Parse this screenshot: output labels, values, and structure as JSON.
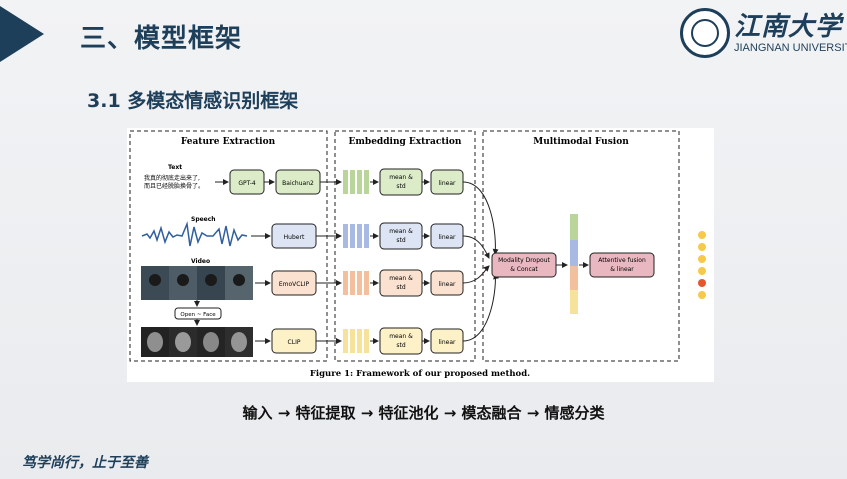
{
  "slide": {
    "title": "三、模型框架",
    "subtitle": "3.1  多模态情感识别框架",
    "university_cn": "江南大学",
    "university_en": "JIANGNAN UNIVERSITY",
    "flow_text": "输入 → 特征提取 → 特征池化 → 模态融合 → 情感分类",
    "motto": "笃学尚行，止于至善"
  },
  "figure": {
    "caption": "Figure 1: Framework of our proposed method.",
    "sections": {
      "feature": "Feature Extraction",
      "embedding": "Embedding Extraction",
      "fusion": "Multimodal Fusion"
    },
    "inputs": {
      "text": "Text",
      "text_sample_1": "我真的彻底走出来了,",
      "text_sample_2": "而且已经脱胎换骨了。",
      "speech": "Speech",
      "video": "Video",
      "face_tool": "Open ~ Face"
    },
    "extractors": {
      "gpt4": "GPT-4",
      "baichuan": "Baichuan2",
      "hubert": "Hubert",
      "emovclip": "EmoVCLIP",
      "clip": "CLIP"
    },
    "pool_label": "mean &",
    "pool_label2": "std",
    "linear_label": "linear",
    "dropout_label": "Modality Dropout",
    "dropout_label2": "& Concat",
    "attn_label": "Attentive fusion",
    "attn_label2": "& linear"
  },
  "colors": {
    "header": "#1e3f5a",
    "green": "#b9d59a",
    "blue": "#a8b9e3",
    "orange": "#f3bf9c",
    "yellow": "#f6e29a",
    "pink": "#e8b7bf"
  }
}
